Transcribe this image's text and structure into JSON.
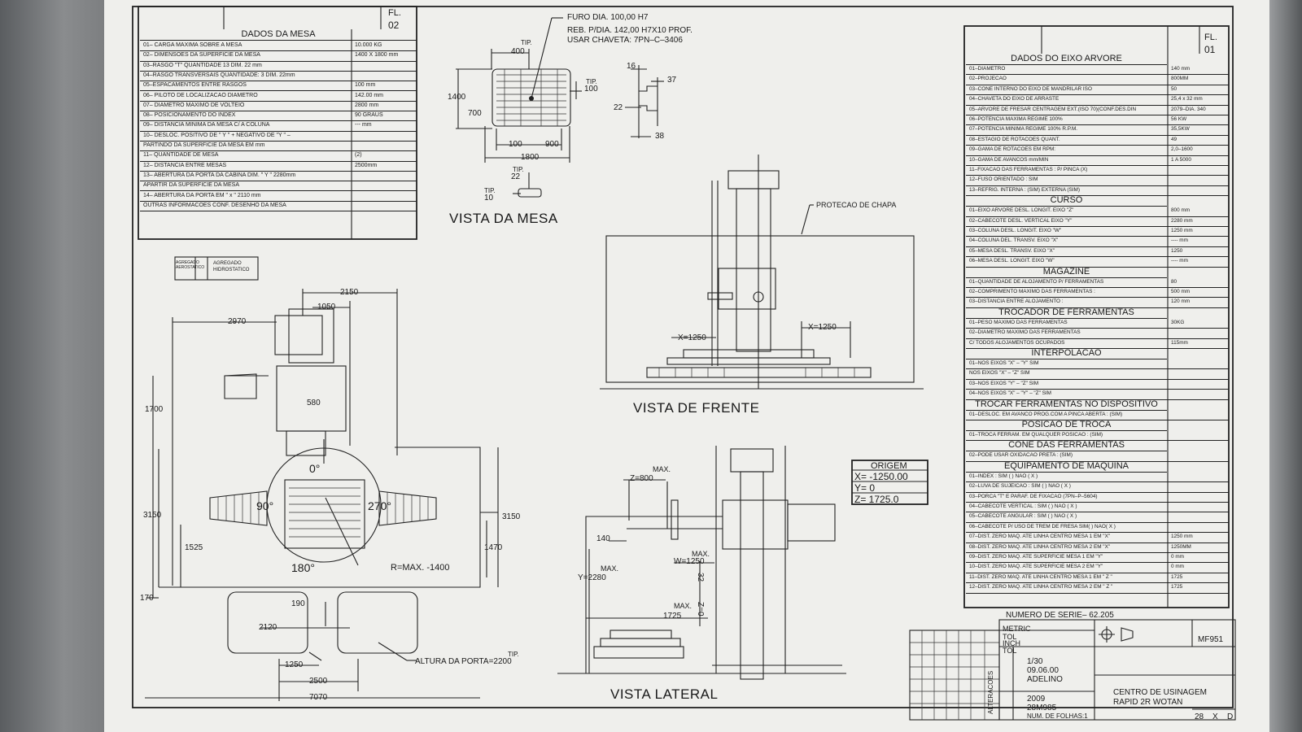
{
  "mesa_table": {
    "sheet_label": "FL.",
    "sheet_num": "02",
    "title": "DADOS DA MESA",
    "rows": [
      {
        "label": "01– CARGA MAXIMA SOBRE A MESA",
        "value": "10.000 KG"
      },
      {
        "label": "02– DIMENSOES DA SUPERFICIE DA MESA",
        "value": "1400 X 1800 mm"
      },
      {
        "label": "03–RASGO \"T\" QUANTIDADE 13 DIM. 22 mm",
        "value": ""
      },
      {
        "label": "04–RASGO TRANSVERSAIS QUANTIDADE: 3 DIM. 22mm",
        "value": ""
      },
      {
        "label": "05–ESPACAMENTOS ENTRE RASGOS",
        "value": "100 mm"
      },
      {
        "label": "06– PILOTO DE LOCALIZACAO DIAMETRO",
        "value": "142.00 mm"
      },
      {
        "label": "07– DIAMETRO MAXIMO DE VOLTEIO",
        "value": "2800 mm"
      },
      {
        "label": "08– POSICIONAMENTO DO INDEX",
        "value": "90 GRAUS"
      },
      {
        "label": "09– DISTANCIA MINIMA DA MESA C/ A COLUNA",
        "value": "--- mm"
      },
      {
        "label": "10– DESLOC. POSITIVO DE \" Y \" + NEGATIVO DE \"Y \" –",
        "value": ""
      },
      {
        "label": "PARTINDO DA SUPERFICIE DA MESA EM mm",
        "value": ""
      },
      {
        "label": "11– QUANTIDADE DE MESA",
        "value": "(2)"
      },
      {
        "label": "12– DISTANCIA ENTRE MESAS",
        "value": "2500mm"
      },
      {
        "label": "13– ABERTURA DA PORTA DA CABINA DIM. \" Y \" 2280mm",
        "value": ""
      },
      {
        "label": "APARTIR DA SUPERFICIE DA MESA",
        "value": ""
      },
      {
        "label": "14– ABERTURA DA PORTA EM \" x \" 2110 mm",
        "value": ""
      },
      {
        "label": "OUTRAS INFORMACOES CONF. DESENHO DA MESA",
        "value": ""
      }
    ]
  },
  "eixo_table": {
    "sheet_label": "FL.",
    "sheet_num": "01",
    "sections": [
      {
        "title": "DADOS DO EIXO ARVORE",
        "rows": [
          {
            "label": "01–DIAMETRO",
            "value": "140 mm"
          },
          {
            "label": "02–PROJECAO",
            "value": "800MM"
          },
          {
            "label": "03–CONE INTERNO DO EIXO DE MANDRILAR ISO",
            "value": "50"
          },
          {
            "label": "04–CHAVETA DO EIXO DE ARRASTE",
            "value": "25,4 x 32 mm"
          },
          {
            "label": "05–ARVORE DE FRESAR CENTRAGEM EXT.(ISO 70)(CONF.DES.DIN",
            "value": "2079–DIA. 340"
          },
          {
            "label": "06–POTENCIA MAXIMA REGIME 100%",
            "value": "56 KW"
          },
          {
            "label": "07–POTENCIA MINIMA REGIME 100% R.P.M.",
            "value": "35,5KW"
          },
          {
            "label": "08–ESTAGIO DE ROTACOES QUANT.",
            "value": "49"
          },
          {
            "label": "09–GAMA DE ROTACOES EM RPM:",
            "value": "2,0–1600"
          },
          {
            "label": "10–GAMA DE AVANCOS mm/MIN",
            "value": "1 A 5000"
          },
          {
            "label": "11–FIXACAO DAS FERRAMENTAS : P/ PINCA (X)",
            "value": ""
          },
          {
            "label": "12–FUSO ORIENTADO : SIM",
            "value": ""
          },
          {
            "label": "13–REFRIG. INTERNA : (SIM) EXTERNA (SIM)",
            "value": ""
          }
        ]
      },
      {
        "title": "CURSO",
        "rows": [
          {
            "label": "01–EIXO ARVORE DESL. LONGIT. EIXO \"Z\"",
            "value": "800 mm"
          },
          {
            "label": "02–CABECOTE DESL. VERTICAL EIXO \"Y\"",
            "value": "2280 mm"
          },
          {
            "label": "03–COLUNA DESL. LONGIT. EIXO \"W\"",
            "value": "1250 mm"
          },
          {
            "label": "04–COLUNA DEL. TRANSV. EIXO \"X\"",
            "value": "---- mm"
          },
          {
            "label": "05–MESA DESL. TRANSV. EIXO \"X\"",
            "value": "1250"
          },
          {
            "label": "06–MESA DESL. LONGIT. EIXO \"W\"",
            "value": "---- mm"
          }
        ]
      },
      {
        "title": "MAGAZINE",
        "rows": [
          {
            "label": "01–QUANTIDADE DE ALOJAMENTO P/ FERRAMENTAS",
            "value": "80"
          },
          {
            "label": "02–COMPRIMENTO MAXIMO DAS FERRAMENTAS :",
            "value": "500 mm"
          },
          {
            "label": "03–DISTANCIA ENTRE ALOJAMENTO :",
            "value": "120 mm"
          }
        ]
      },
      {
        "title": "TROCADOR DE FERRAMENTAS",
        "rows": [
          {
            "label": "01–PESO MAXIMO DAS FERRAMENTAS",
            "value": "30KG"
          },
          {
            "label": "02–DIAMETRO MAXIMO DAS FERRAMENTAS",
            "value": ""
          },
          {
            "label": "C/ TODOS ALOJAMENTOS OCUPADOS",
            "value": "115mm"
          }
        ]
      },
      {
        "title": "INTERPOLACAO",
        "rows": [
          {
            "label": "01–NOS EIXOS \"X\" – \"Y\" SIM",
            "value": ""
          },
          {
            "label": "NOS EIXOS \"X\" – \"Z\" SIM",
            "value": ""
          },
          {
            "label": "03–NOS EIXOS \"Y\" – \"Z\" SIM",
            "value": ""
          },
          {
            "label": "04–NOS EIXOS \"X\" – \"Y\" – \"Z\" SIM",
            "value": ""
          }
        ]
      },
      {
        "title": "TROCAR FERRAMENTAS NO DISPOSITIVO",
        "rows": [
          {
            "label": "01–DESLOC. EM AVANCO PROG.COM A PINCA ABERTA : (SIM)",
            "value": ""
          }
        ]
      },
      {
        "title": "POSICAO DE TROCA",
        "rows": [
          {
            "label": "01–TROCA FERRAM. EM QUALQUER POSICAO : (SIM)",
            "value": ""
          }
        ]
      },
      {
        "title": "CONE DAS FERRAMENTAS",
        "rows": [
          {
            "label": "02–PODE USAR OXIDACAO PRETA : (SIM)",
            "value": ""
          }
        ]
      },
      {
        "title": "EQUIPAMENTO DE MAQUINA",
        "rows": [
          {
            "label": "01–INDEX : SIM ( ) NAO ( X )",
            "value": ""
          },
          {
            "label": "02–LUVA DE SUJEICAO : SIM ( ) NAO ( X )",
            "value": ""
          },
          {
            "label": "03–PORCA \"T\" E PARAF. DE FIXACAO (7PN–P–5604)",
            "value": ""
          },
          {
            "label": "04–CABECOTE VERTICAL : SIM ( ) NAO ( X )",
            "value": ""
          },
          {
            "label": "05–CABECOTE ANGULAR : SIM ( ) NAO ( X )",
            "value": ""
          },
          {
            "label": "06–CABECOTE P/ USO DE TREM DE FRESA SIM( ) NAO( X )",
            "value": ""
          },
          {
            "label": "07–DIST. ZERO MAQ. ATE LINHA CENTRO MESA 1 EM \"X\"",
            "value": "1250 mm"
          },
          {
            "label": "08–DIST. ZERO MAQ. ATE LINHA CENTRO MESA 2 EM \"X\"",
            "value": "1250MM"
          },
          {
            "label": "09–DIST. ZERO MAQ. ATE SUPERFICIE MESA 1 EM \"Y\"",
            "value": "0 mm"
          },
          {
            "label": "10–DIST. ZERO MAQ. ATE SUPERFICIE MESA 2 EM \"Y\"",
            "value": "0 mm"
          },
          {
            "label": "11–DIST. ZERO MAQ. ATE LINHA CENTRO MESA 1 EM \" Z \"",
            "value": "1725"
          },
          {
            "label": "12–DIST. ZERO MAQ. ATE LINHA CENTRO MESA 2 EM \" Z \"",
            "value": "1725"
          }
        ]
      }
    ]
  },
  "mesa_view": {
    "note_line1": "FURO DIA. 100,00 H7",
    "note_line2": "REB. P/DIA. 142,00 H7X10 PROF.",
    "note_line3": "USAR CHAVETA: 7PN–C–3406",
    "title": "VISTA DA MESA",
    "dims": {
      "tip1": "TIP.",
      "d400": "400",
      "d1400": "1400",
      "d700": "700",
      "tip2": "TIP.",
      "d100a": "100",
      "d100b": "100",
      "d900": "900",
      "d1800": "1800",
      "tip3": "TIP.",
      "d22": "22",
      "tip4": "TIP.",
      "d10": "10",
      "d16": "16",
      "d37": "37",
      "d22b": "22",
      "d38": "38"
    }
  },
  "frente_view": {
    "title": "VISTA DE FRENTE",
    "protecao": "PROTECAO DE CHAPA",
    "x_left": "X=1250",
    "x_right": "X=1250"
  },
  "plan_view": {
    "legend1": "AGREGADO AEROSTATICO",
    "legend2": "AGREGADO HIDROSTATICO",
    "d2150": "2150",
    "d1050": "1050",
    "d2970": "2970",
    "d580": "580",
    "d1700": "1700",
    "d3150a": "3150",
    "d3150b": "3150",
    "d1525": "1525",
    "d1470": "1470",
    "d170": "170",
    "d190": "190",
    "d2120": "2120",
    "d1250": "1250",
    "d2500": "2500",
    "d7070": "7070",
    "a0": "0°",
    "a90": "90°",
    "a180": "180°",
    "a270": "270°",
    "radius": "R=MAX. -1400",
    "door": "ALTURA DA PORTA=2200",
    "door_tip": "TIP."
  },
  "lateral_view": {
    "title": "VISTA LATERAL",
    "max1": "MAX.",
    "z800": "Z=800",
    "d140": "140",
    "max2": "MAX.",
    "w1250": "W=1250",
    "max3": "MAX.",
    "y2280": "Y=2280",
    "max4": "MAX.",
    "d1725": "1725",
    "z0": "Z=0",
    "d32": "32"
  },
  "origem": {
    "title": "ORIGEM",
    "x": "X= -1250.00",
    "y": "Y= 0",
    "z": "Z= 1725.0"
  },
  "title_block": {
    "serie": "NUMERO DE SERIE– 62.205",
    "metric": "METRIC",
    "tol": "TOL",
    "inch": "INCH",
    "tol2": "TOL",
    "scale": "1/30",
    "date": "09.06.00",
    "drawn": "ADELINO",
    "alteracoes": "ALTERACOES",
    "year": "2009",
    "code": "28M985",
    "folhas": "NUM. DE FOLHAS:1",
    "name1": "CENTRO DE USINAGEM",
    "name2": "RAPID 2R WOTAN",
    "part": "MF951",
    "sheet_no": "28",
    "rev_x": "X",
    "rev_d": "D"
  }
}
